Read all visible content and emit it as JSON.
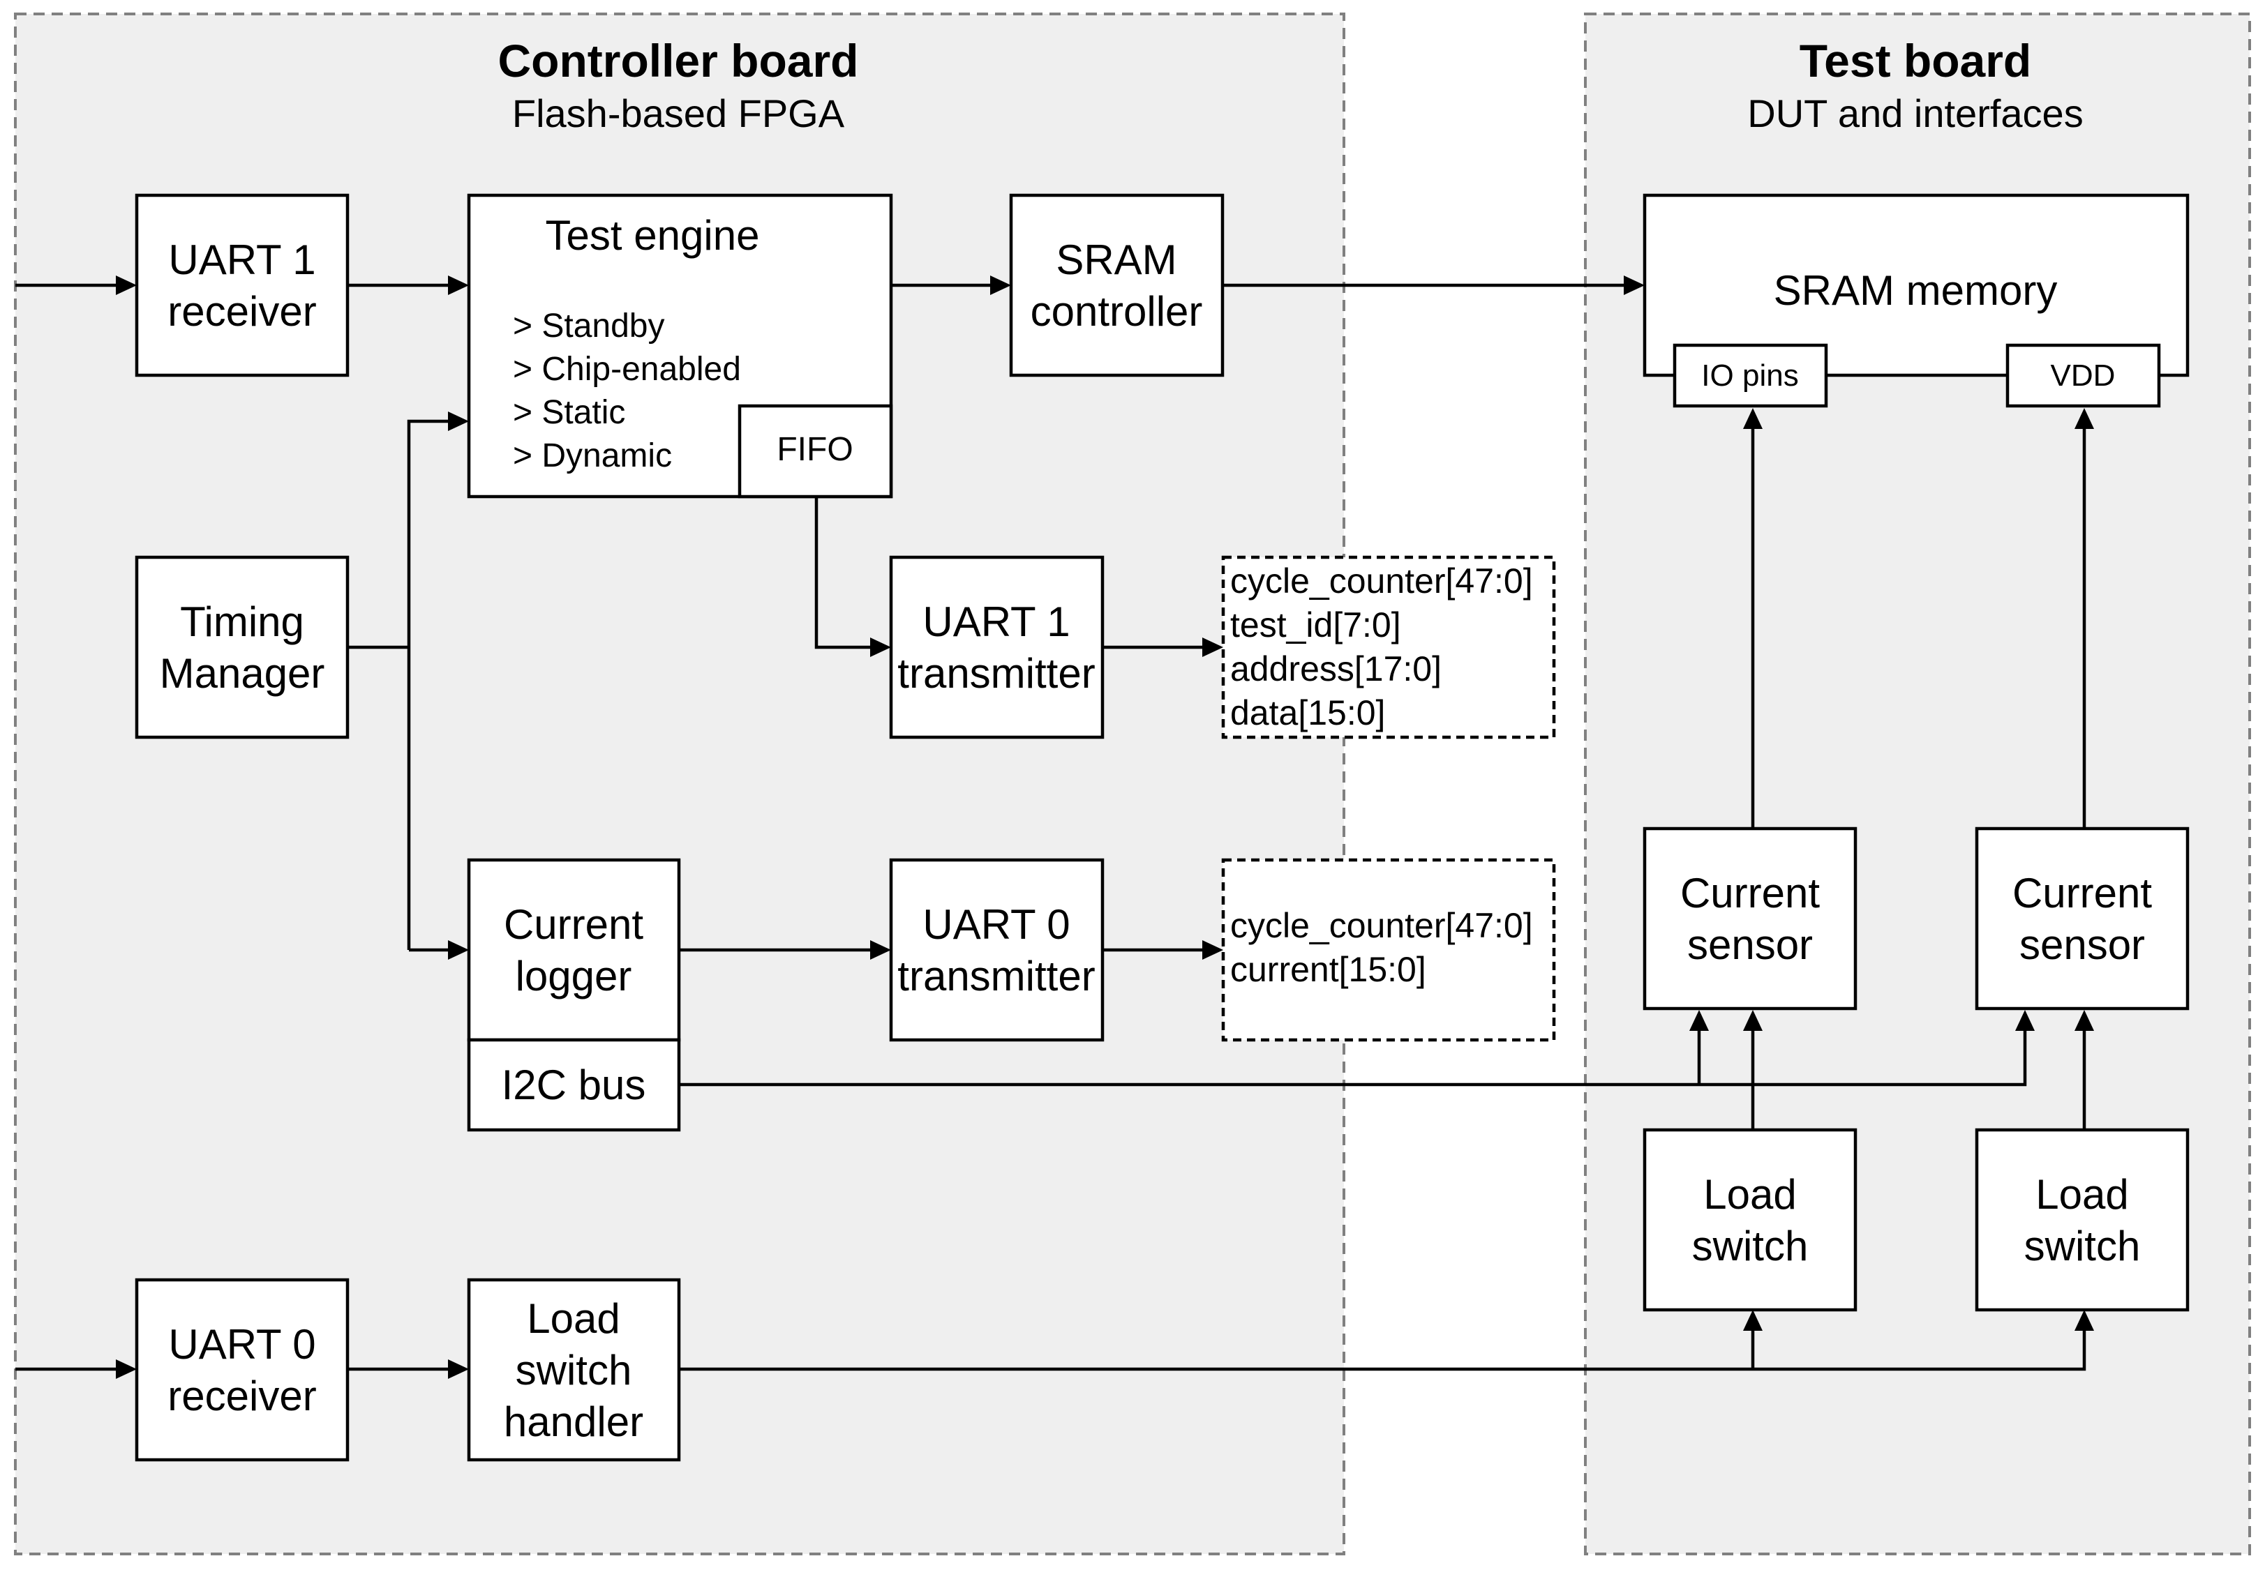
{
  "regions": {
    "controller": {
      "title": "Controller board",
      "subtitle": "Flash-based FPGA"
    },
    "test": {
      "title": "Test board",
      "subtitle": "DUT and interfaces"
    }
  },
  "blocks": {
    "uart1_receiver": {
      "line1": "UART 1",
      "line2": "receiver"
    },
    "test_engine": {
      "title": "Test engine",
      "modes": [
        "> Standby",
        "> Chip-enabled",
        "> Static",
        "> Dynamic"
      ],
      "fifo": "FIFO"
    },
    "sram_controller": {
      "line1": "SRAM",
      "line2": "controller"
    },
    "timing_manager": {
      "line1": "Timing",
      "line2": "Manager"
    },
    "uart1_transmitter": {
      "line1": "UART 1",
      "line2": "transmitter"
    },
    "current_logger": {
      "line1": "Current",
      "line2": "logger",
      "i2c": "I2C bus"
    },
    "uart0_transmitter": {
      "line1": "UART 0",
      "line2": "transmitter"
    },
    "uart0_receiver": {
      "line1": "UART 0",
      "line2": "receiver"
    },
    "load_switch_handler": {
      "line1": "Load",
      "line2": "switch",
      "line3": "handler"
    },
    "sram_memory": {
      "title": "SRAM memory",
      "io_pins": "IO pins",
      "vdd": "VDD"
    },
    "current_sensor_left": {
      "line1": "Current",
      "line2": "sensor"
    },
    "current_sensor_right": {
      "line1": "Current",
      "line2": "sensor"
    },
    "load_switch_left": {
      "line1": "Load",
      "line2": "switch"
    },
    "load_switch_right": {
      "line1": "Load",
      "line2": "switch"
    }
  },
  "outputs": {
    "uart1_fields": [
      "cycle_counter[47:0]",
      "test_id[7:0]",
      "address[17:0]",
      "data[15:0]"
    ],
    "uart0_fields": [
      "cycle_counter[47:0]",
      "current[15:0]"
    ]
  }
}
